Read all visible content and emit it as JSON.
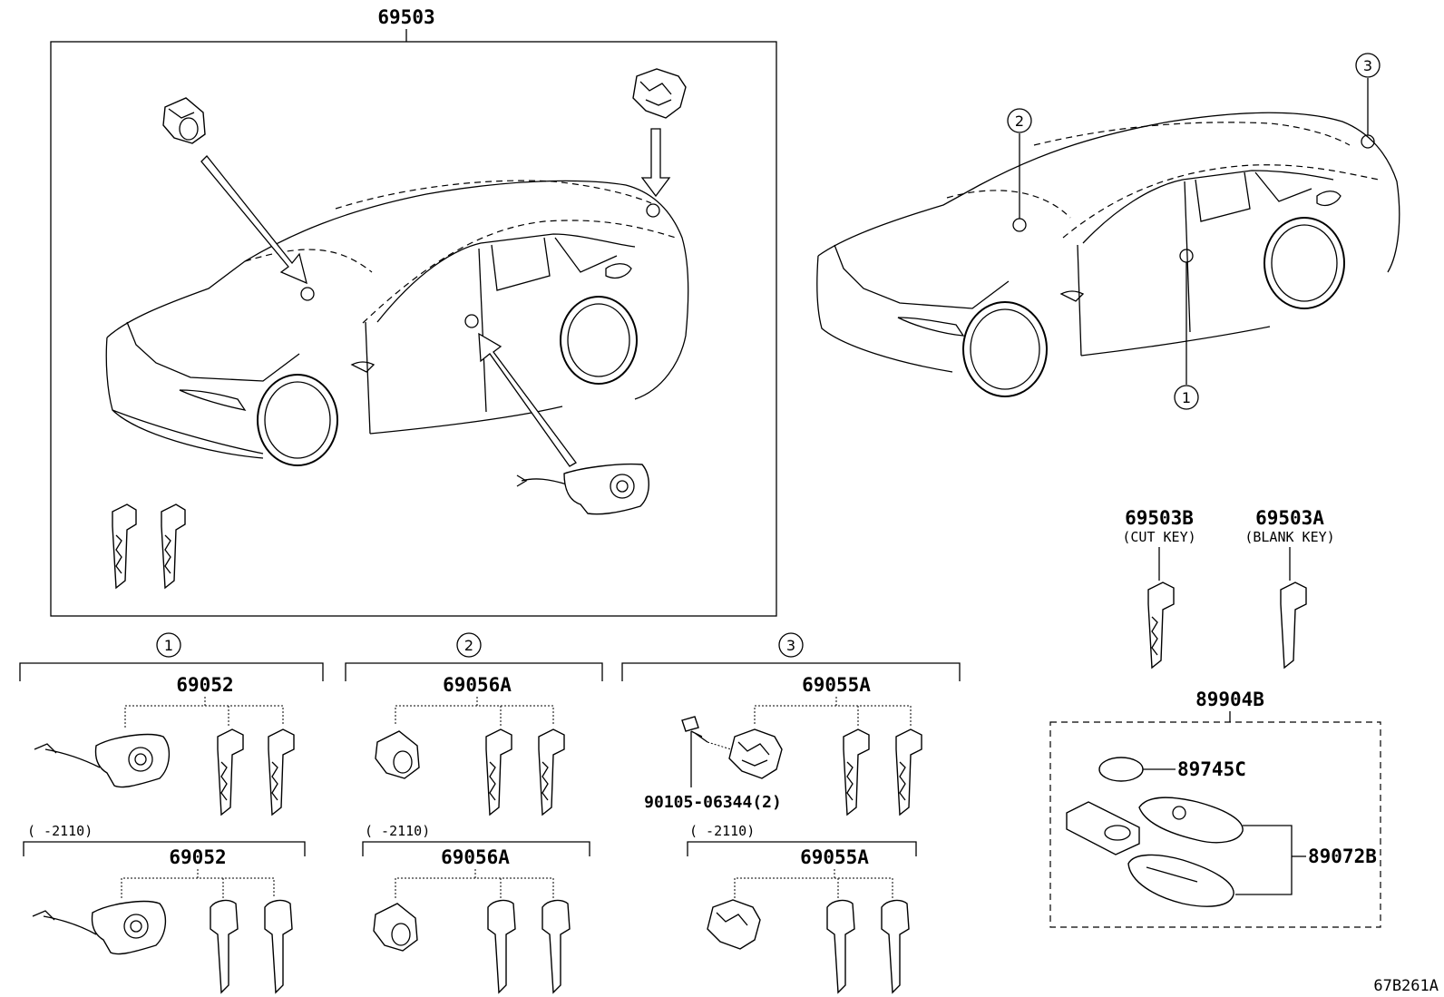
{
  "assembly": {
    "number": "69503"
  },
  "callouts": [
    {
      "num": "1"
    },
    {
      "num": "2"
    },
    {
      "num": "3"
    }
  ],
  "keys_loose": {
    "cut": {
      "number": "69503B",
      "desc": "(CUT KEY)"
    },
    "blank": {
      "number": "69503A",
      "desc": "(BLANK KEY)"
    }
  },
  "groups": [
    {
      "callout": "1",
      "number": "69052",
      "alt_period": "(     -2110)",
      "alt_number": "69052"
    },
    {
      "callout": "2",
      "number": "69056A",
      "alt_period": "(     -2110)",
      "alt_number": "69056A"
    },
    {
      "callout": "3",
      "number": "69055A",
      "alt_period": "(     -2110)",
      "alt_number": "69055A",
      "bolt": "90105-06344(2)"
    }
  ],
  "transmitter": {
    "number": "89904B",
    "battery": "89745C",
    "case": "89072B"
  },
  "diagram_code": "67B261A"
}
